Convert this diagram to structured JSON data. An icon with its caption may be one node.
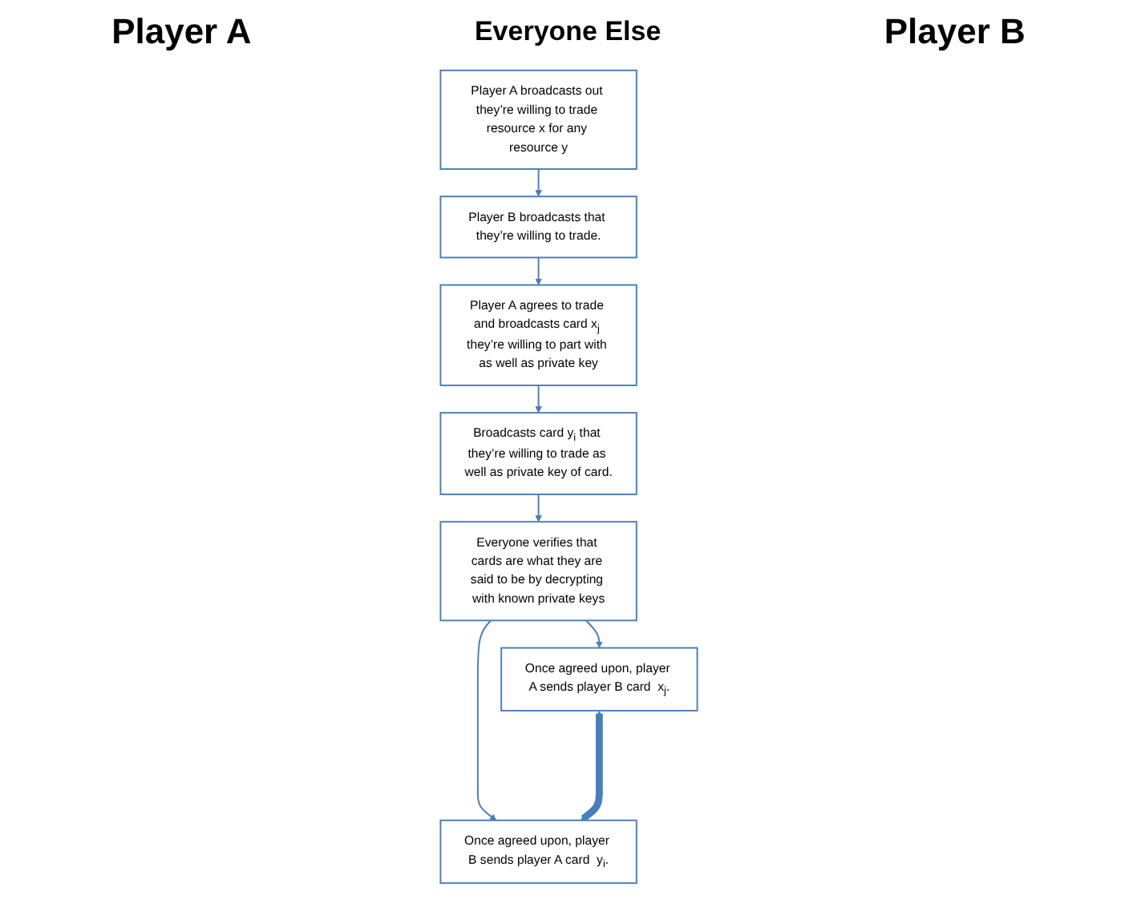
{
  "diagram": {
    "nodes": [
      {
        "text": [
          "Player A broadcasts out they’re willing to trade resource x for any resource y"
        ]
      },
      {
        "text": [
          "Player B broadcasts that they’re willing to trade."
        ]
      },
      {
        "text": [
          "Player A agrees to trade and broadcasts card x$_{j}$ they’re willing to part with as well as private key"
        ]
      },
      {
        "text": [
          "Broadcasts card y$_{i}$ that they’re willing to trade as well as private key of card."
        ]
      },
      {
        "text": [
          "Everyone verifies that cards are what they are said to be by decrypting with known private keys"
        ]
      },
      {
        "text": [
          "Once agreed upon, player A sends player B card  x$_{j}$."
        ]
      },
      {
        "text": [
          "Once agreed upon, player B sends player A card  y$_{i}$."
        ]
      }
    ],
    "edges": [
      {
        "from": 0,
        "to": 1,
        "arrow": "to"
      },
      {
        "from": 1,
        "to": 2,
        "arrow": "to"
      },
      {
        "from": 2,
        "to": 3,
        "arrow": "to"
      },
      {
        "from": 3,
        "to": 4,
        "arrow": "to"
      },
      {
        "from": 4,
        "to": 5,
        "arrow": "to"
      },
      {
        "from": 4,
        "to": 6,
        "arrow": "to"
      },
      {
        "from": 5,
        "to": 6,
        "arrow": "both",
        "style": "thick"
      }
    ],
    "labels": [
      "Player A",
      "Everyone Else",
      "Player B"
    ]
  }
}
